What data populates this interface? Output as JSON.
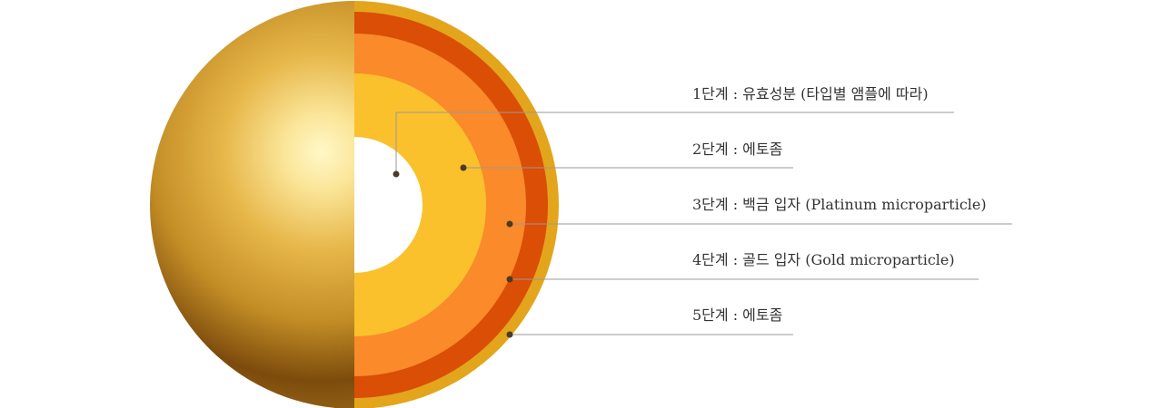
{
  "layers": [
    {
      "label": "1단계 : 유효성분 (타입별 앰플에 따라)"
    },
    {
      "label": "2단계 : 에토좀"
    },
    {
      "label": "3단계 : 백금 입자 (Platinum microparticle)"
    },
    {
      "label": "4단계 : 골드 입자 (Gold microparticle)"
    },
    {
      "label": "5단계 : 에토좀"
    }
  ],
  "colors": {
    "gold_outer": "#E3A51C",
    "dark_orange": "#DA4E06",
    "orange": "#FA8A2A",
    "yellow": "#FBC12D",
    "core": "#FFFFFF",
    "leader": "#999999",
    "dot": "#4A3A26"
  }
}
